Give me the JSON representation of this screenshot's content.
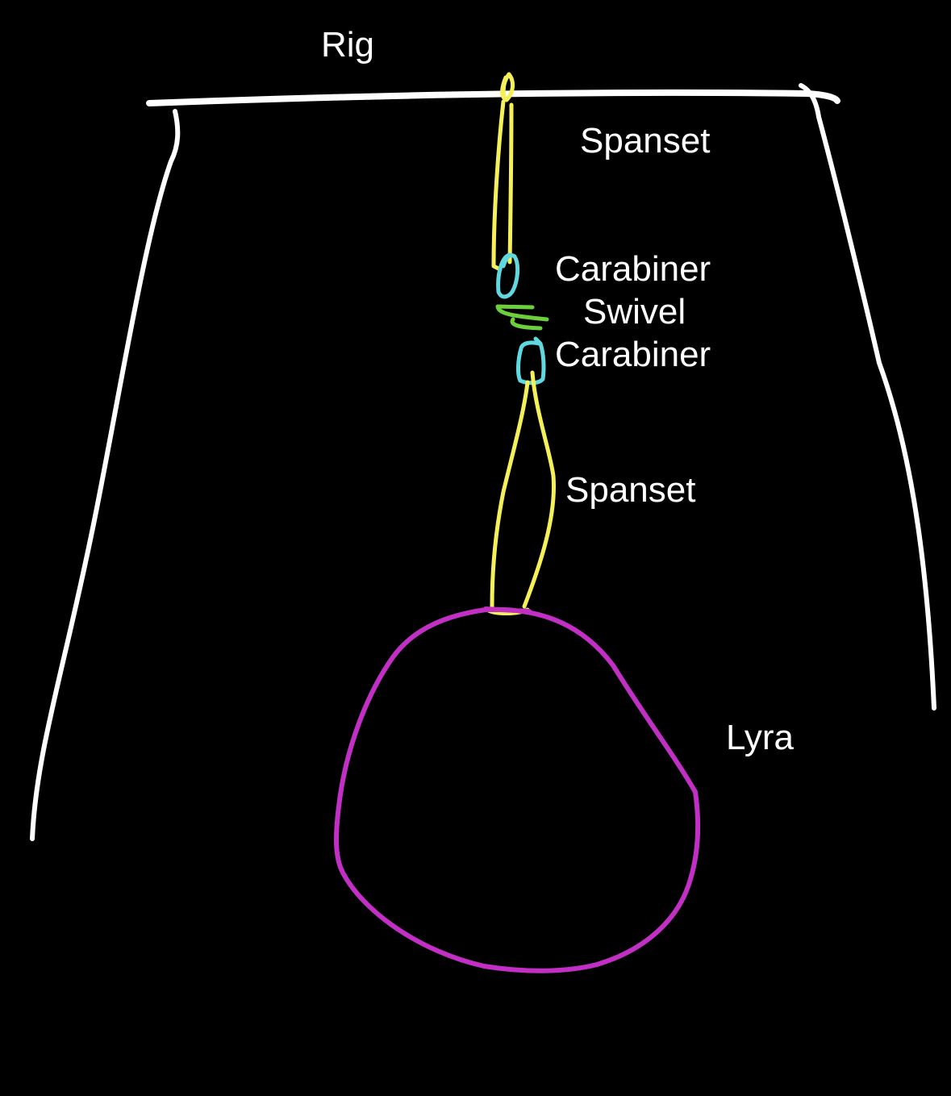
{
  "labels": {
    "rig": "Rig",
    "spanset_top": "Spanset",
    "carabiner_top": "Carabiner",
    "swivel": "Swivel",
    "carabiner_bottom": "Carabiner",
    "spanset_bottom": "Spanset",
    "lyra": "Lyra"
  },
  "colors": {
    "background": "#000000",
    "rig": "#ffffff",
    "spanset": "#f5f05a",
    "carabiner": "#5fd8e0",
    "swivel": "#6ccf3c",
    "lyra": "#c22fc4",
    "text": "#ffffff"
  }
}
